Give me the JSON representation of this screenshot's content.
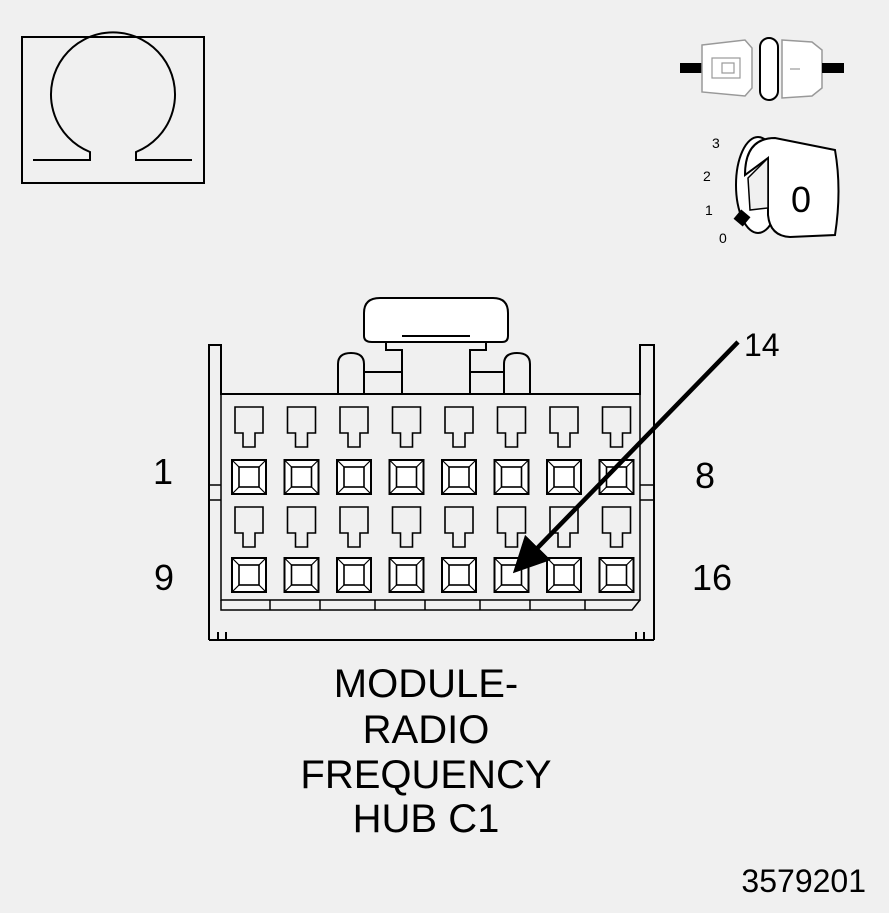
{
  "icons": {
    "meter": "ohm-icon",
    "connector": "disconnected-connector-icon",
    "ignition": "ignition-key-icon"
  },
  "ignition": {
    "positions": [
      "3",
      "2",
      "1",
      "0"
    ],
    "key_label": "0"
  },
  "connector": {
    "pin_count": 16,
    "pin_first_row_start": "1",
    "pin_first_row_end": "8",
    "pin_second_row_start": "9",
    "pin_second_row_end": "16",
    "callout_pin": "14",
    "callout_pin_number": 14
  },
  "title_lines": [
    "MODULE-",
    "RADIO",
    "FREQUENCY",
    "HUB C1"
  ],
  "figure_id": "3579201",
  "colors": {
    "background": "#f0f0f0",
    "line": "#000000"
  }
}
